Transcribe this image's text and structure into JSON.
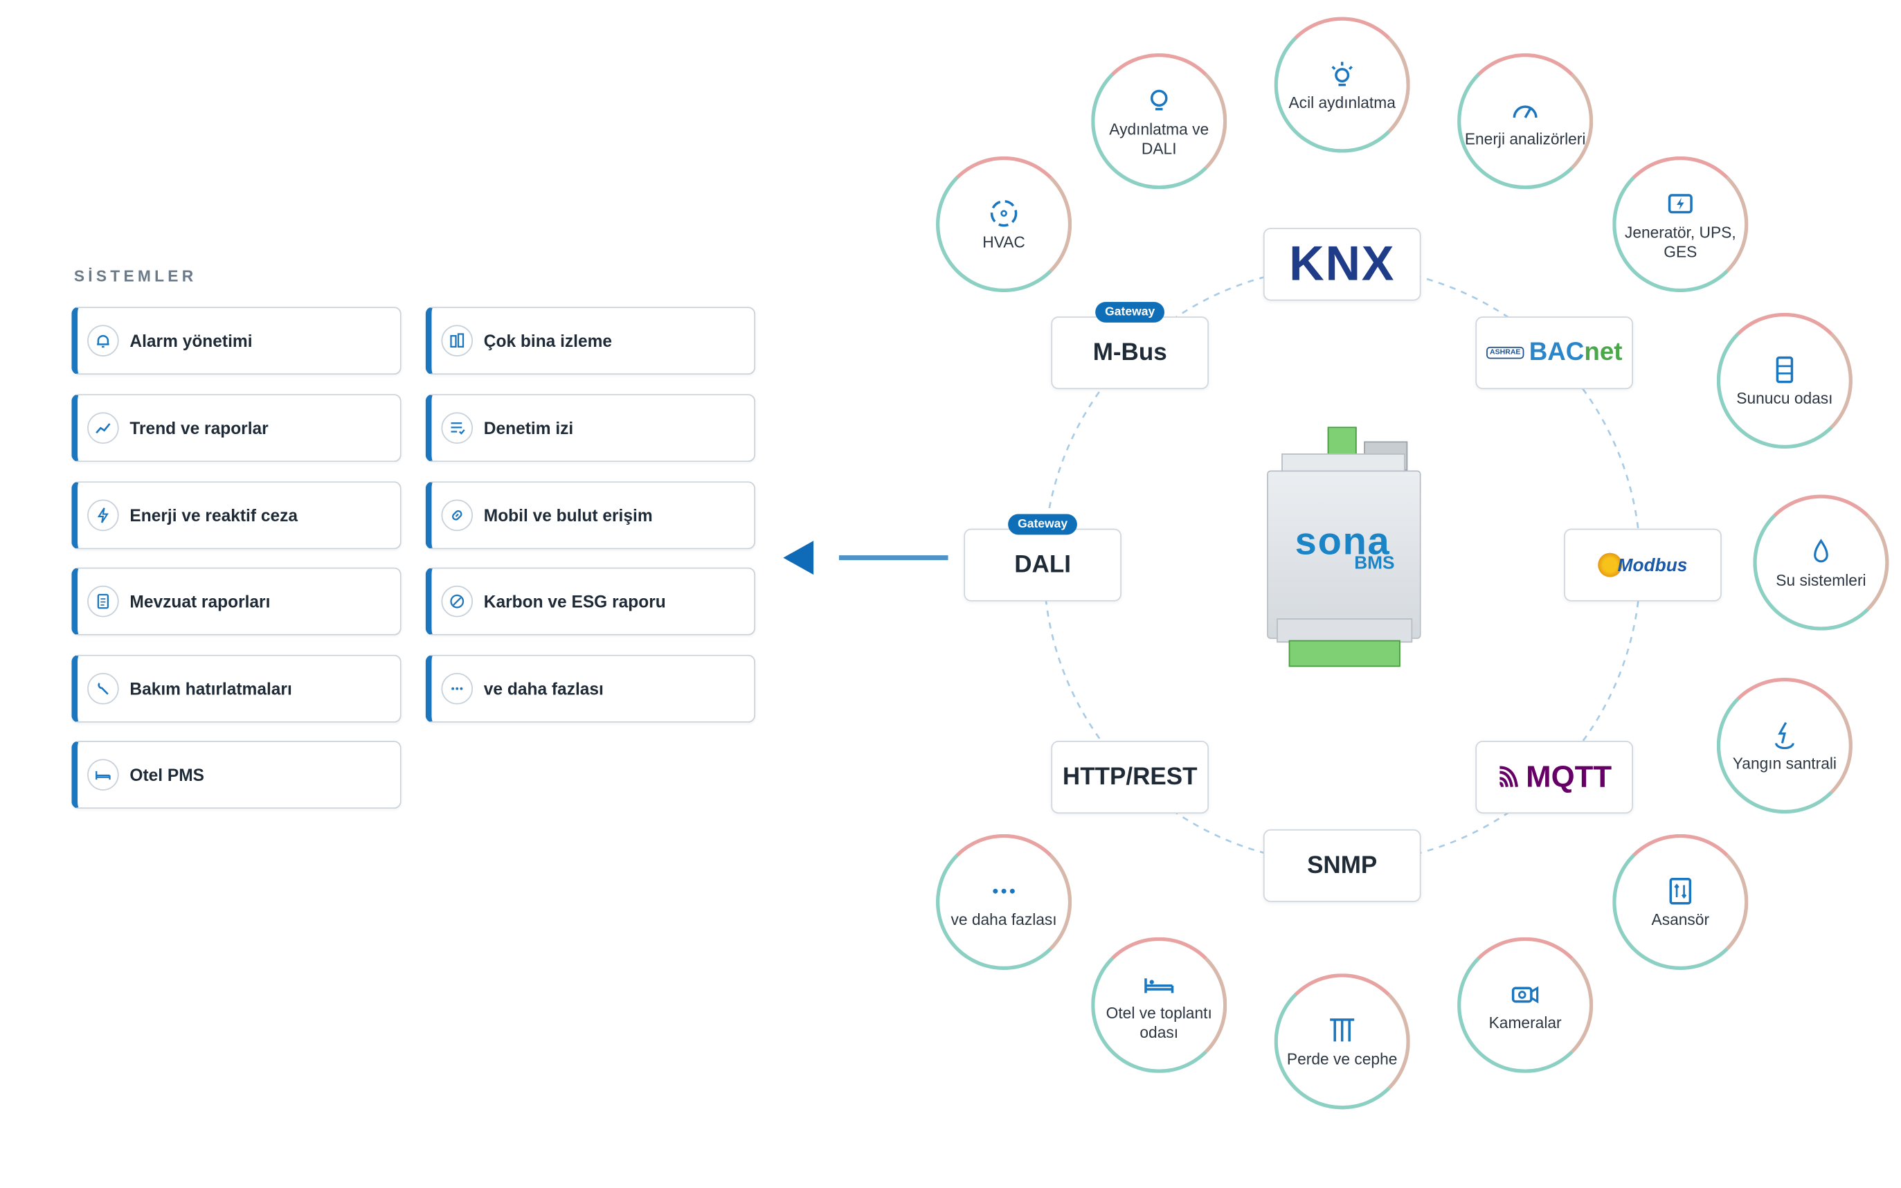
{
  "colors": {
    "accent": "#1b76c0",
    "gateway_badge": "#0e6fb8",
    "arrow": "#0f6bb8",
    "ring_dash": "#a8cbe6",
    "circle_teal": "#8ccfc3",
    "circle_pink": "#e8a2a2"
  },
  "panel": {
    "title": "SİSTEMLER",
    "items": [
      {
        "label": "Alarm yönetimi",
        "icon": "alarm-bell-icon"
      },
      {
        "label": "Çok bina izleme",
        "icon": "buildings-icon"
      },
      {
        "label": "Trend ve raporlar",
        "icon": "trend-chart-icon"
      },
      {
        "label": "Denetim izi",
        "icon": "audit-list-icon"
      },
      {
        "label": "Enerji ve reaktif ceza",
        "icon": "lightning-icon"
      },
      {
        "label": "Mobil ve bulut erişim",
        "icon": "link-icon"
      },
      {
        "label": "Mevzuat raporları",
        "icon": "document-icon"
      },
      {
        "label": "Karbon ve ESG raporu",
        "icon": "leaf-icon"
      },
      {
        "label": "Bakım hatırlatmaları",
        "icon": "wrench-icon"
      },
      {
        "label": "ve daha fazlası",
        "icon": "more-dots-icon"
      },
      {
        "label": "Otel PMS",
        "icon": "bed-icon"
      }
    ]
  },
  "device": {
    "logo": "sona",
    "sub": "BMS"
  },
  "protocols": {
    "knx": "KNX",
    "bacnet_prefix": "ASHRAE",
    "bacnet_main": "BAC",
    "bacnet_suffix": "net",
    "modbus": "Modbus",
    "mqtt": "MQTT",
    "snmp": "SNMP",
    "http": "HTTP/REST",
    "dali": "DALI",
    "mbus": "M-Bus",
    "gateway_badge": "Gateway"
  },
  "systems": {
    "hvac": "HVAC",
    "aydinlatma": "Aydınlatma ve DALI",
    "acil": "Acil aydınlatma",
    "enerji": "Enerji analizörleri",
    "jenerator": "Jeneratör, UPS, GES",
    "sunucu": "Sunucu odası",
    "su": "Su sistemleri",
    "yangin": "Yangın santrali",
    "asansor": "Asansör",
    "kameralar": "Kameralar",
    "perde": "Perde ve cephe",
    "otel": "Otel ve toplantı odası",
    "daha": "ve daha fazlası"
  }
}
